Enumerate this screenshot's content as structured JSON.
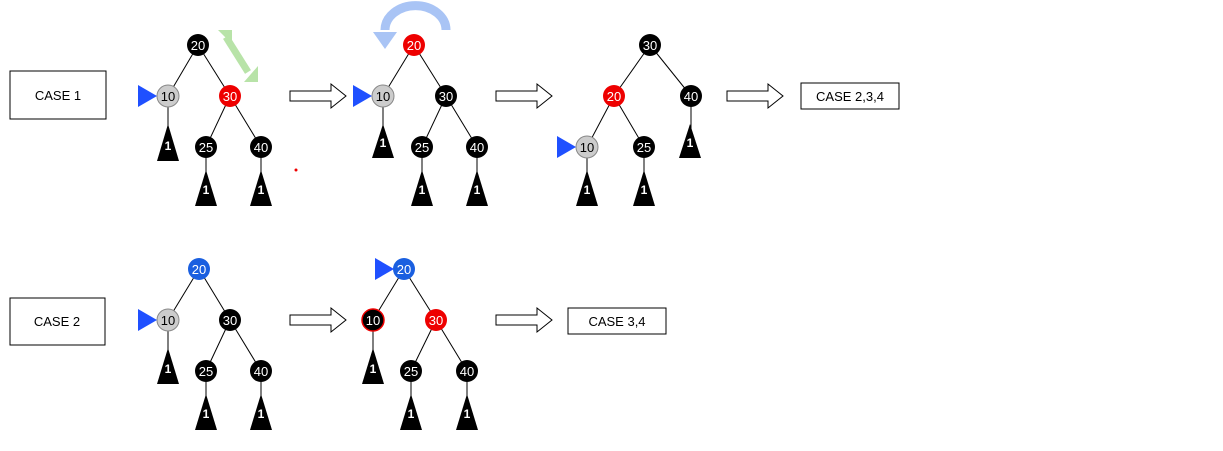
{
  "colors": {
    "black": "#000000",
    "red": "#ee0000",
    "gray": "#cccccc",
    "blue_node": "#1a5fe0",
    "blue_pointer": "#1f50ff",
    "green_arrow": "#b8e3a8",
    "blue_rotate_arrow": "#a9c4f5"
  },
  "case1": {
    "label": "CASE 1",
    "result_label": "CASE 2,3,4",
    "tree_a": {
      "nodes": {
        "root": "20",
        "left": "10",
        "right": "30",
        "right_left": "25",
        "right_right": "40"
      },
      "node_colors": {
        "root": "black",
        "left": "gray",
        "right": "red",
        "right_left": "black",
        "right_right": "black"
      },
      "leaf_label": "1",
      "decorations": [
        "pointer-triangle-icon",
        "swap-arrow-icon"
      ]
    },
    "tree_b": {
      "nodes": {
        "root": "20",
        "left": "10",
        "right": "30",
        "right_left": "25",
        "right_right": "40"
      },
      "node_colors": {
        "root": "red",
        "left": "gray",
        "right": "black",
        "right_left": "black",
        "right_right": "black"
      },
      "leaf_label": "1",
      "decorations": [
        "pointer-triangle-icon",
        "rotate-arrow-icon"
      ]
    },
    "tree_c": {
      "nodes": {
        "root": "30",
        "left": "20",
        "right": "40",
        "left_left": "10",
        "left_right": "25"
      },
      "node_colors": {
        "root": "black",
        "left": "red",
        "right": "black",
        "left_left": "gray",
        "left_right": "black"
      },
      "leaf_label": "1",
      "decorations": [
        "pointer-triangle-icon"
      ]
    }
  },
  "case2": {
    "label": "CASE 2",
    "result_label": "CASE 3,4",
    "tree_a": {
      "nodes": {
        "root": "20",
        "left": "10",
        "right": "30",
        "right_left": "25",
        "right_right": "40"
      },
      "node_colors": {
        "root": "blue",
        "left": "gray",
        "right": "black",
        "right_left": "black",
        "right_right": "black"
      },
      "leaf_label": "1",
      "decorations": [
        "pointer-triangle-icon"
      ]
    },
    "tree_b": {
      "nodes": {
        "root": "20",
        "left": "10",
        "right": "30",
        "right_left": "25",
        "right_right": "40"
      },
      "node_colors": {
        "root": "blue",
        "left": "black",
        "right": "red",
        "right_left": "black",
        "right_right": "black"
      },
      "leaf_label": "1",
      "decorations": [
        "pointer-triangle-icon"
      ]
    }
  },
  "icons": [
    "pointer-triangle-icon",
    "swap-arrow-icon",
    "rotate-arrow-icon",
    "transition-arrow-icon",
    "leaf-subtree-icon"
  ]
}
